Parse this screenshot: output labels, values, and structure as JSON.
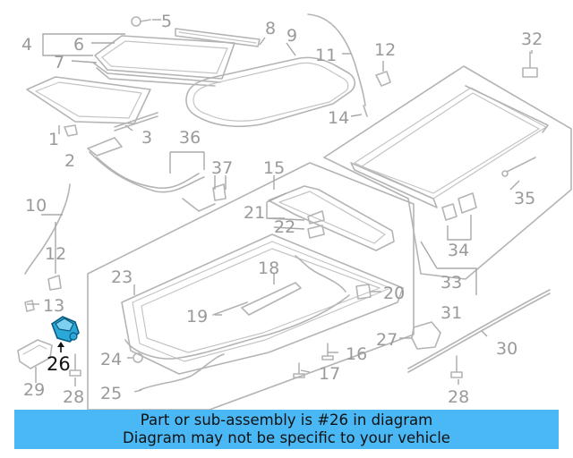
{
  "highlight_color": "#2aa8d8",
  "banner_color": "#4ab8f5",
  "labels": {
    "l1": "1",
    "l2": "2",
    "l3": "3",
    "l4": "4",
    "l5": "5",
    "l6": "6",
    "l7": "7",
    "l8": "8",
    "l9": "9",
    "l10": "10",
    "l11": "11",
    "l12a": "12",
    "l12b": "12",
    "l13": "13",
    "l14": "14",
    "l15": "15",
    "l16": "16",
    "l17": "17",
    "l18": "18",
    "l19": "19",
    "l20": "20",
    "l21": "21",
    "l22": "22",
    "l23": "23",
    "l24": "24",
    "l25": "25",
    "l26": "26",
    "l27": "27",
    "l28a": "28",
    "l28b": "28",
    "l29": "29",
    "l30": "30",
    "l31": "31",
    "l32": "32",
    "l33": "33",
    "l34": "34",
    "l35": "35",
    "l36": "36",
    "l37": "37"
  },
  "banner": {
    "line1": "Part or sub-assembly is #26 in diagram",
    "line2": "Diagram may not be specific to your vehicle"
  }
}
